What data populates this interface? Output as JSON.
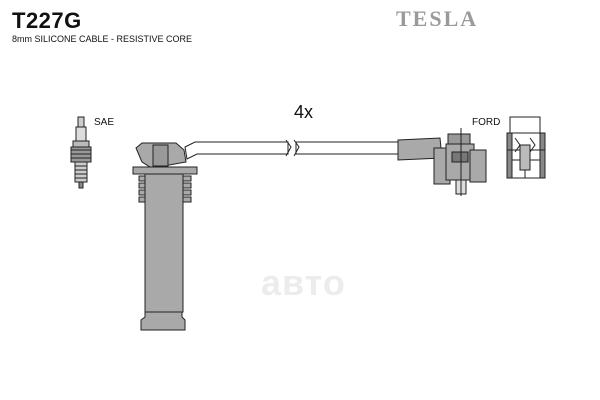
{
  "header": {
    "part_code": "T227G",
    "cable_spec": "8mm SILICONE CABLE - RESISTIVE CORE",
    "brand": "TESLA"
  },
  "diagram": {
    "quantity_label": "4x",
    "left_terminal_label": "SAE",
    "right_terminal_label": "FORD"
  },
  "watermark": {
    "text": "авто"
  },
  "colors": {
    "part_fill": "#a9a9a9",
    "outline": "#222222",
    "brand_gray": "#9a9a9a"
  }
}
